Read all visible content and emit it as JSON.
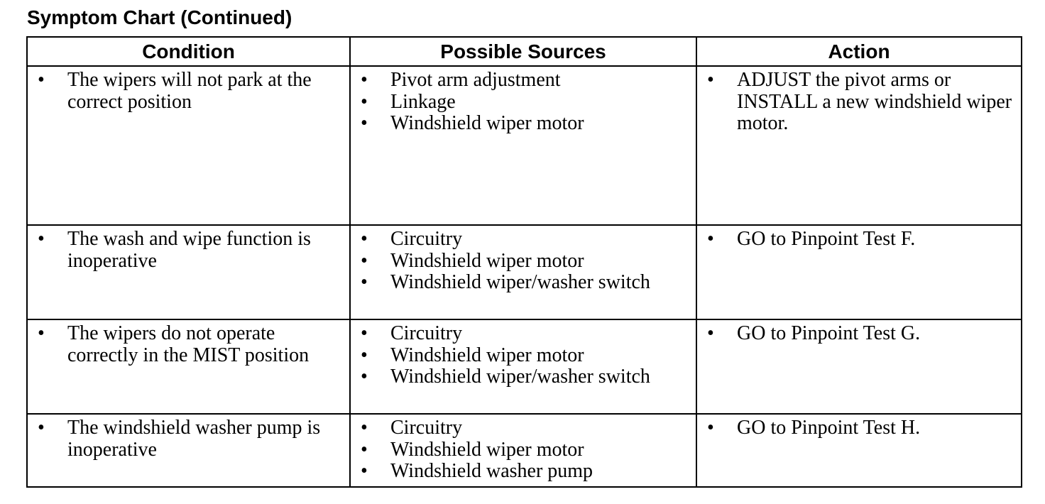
{
  "title": "Symptom Chart (Continued)",
  "headers": {
    "condition": "Condition",
    "sources": "Possible Sources",
    "action": "Action"
  },
  "bullet_char": "•",
  "rows": [
    {
      "condition": [
        "The wipers will not park at the correct position"
      ],
      "sources": [
        "Pivot arm adjustment",
        "Linkage",
        "Windshield wiper motor"
      ],
      "action": [
        "ADJUST the pivot arms or INSTALL a new windshield wiper motor."
      ]
    },
    {
      "condition": [
        "The wash and wipe function is inoperative"
      ],
      "sources": [
        "Circuitry",
        "Windshield wiper motor",
        "Windshield wiper/washer switch"
      ],
      "action": [
        "GO to Pinpoint Test F."
      ]
    },
    {
      "condition": [
        "The wipers do not operate correctly in the MIST position"
      ],
      "sources": [
        "Circuitry",
        "Windshield wiper motor",
        "Windshield wiper/washer switch"
      ],
      "action": [
        "GO to Pinpoint Test G."
      ]
    },
    {
      "condition": [
        "The windshield washer pump is inoperative"
      ],
      "sources": [
        "Circuitry",
        "Windshield wiper motor",
        "Windshield washer pump"
      ],
      "action": [
        "GO to Pinpoint Test H."
      ]
    }
  ]
}
